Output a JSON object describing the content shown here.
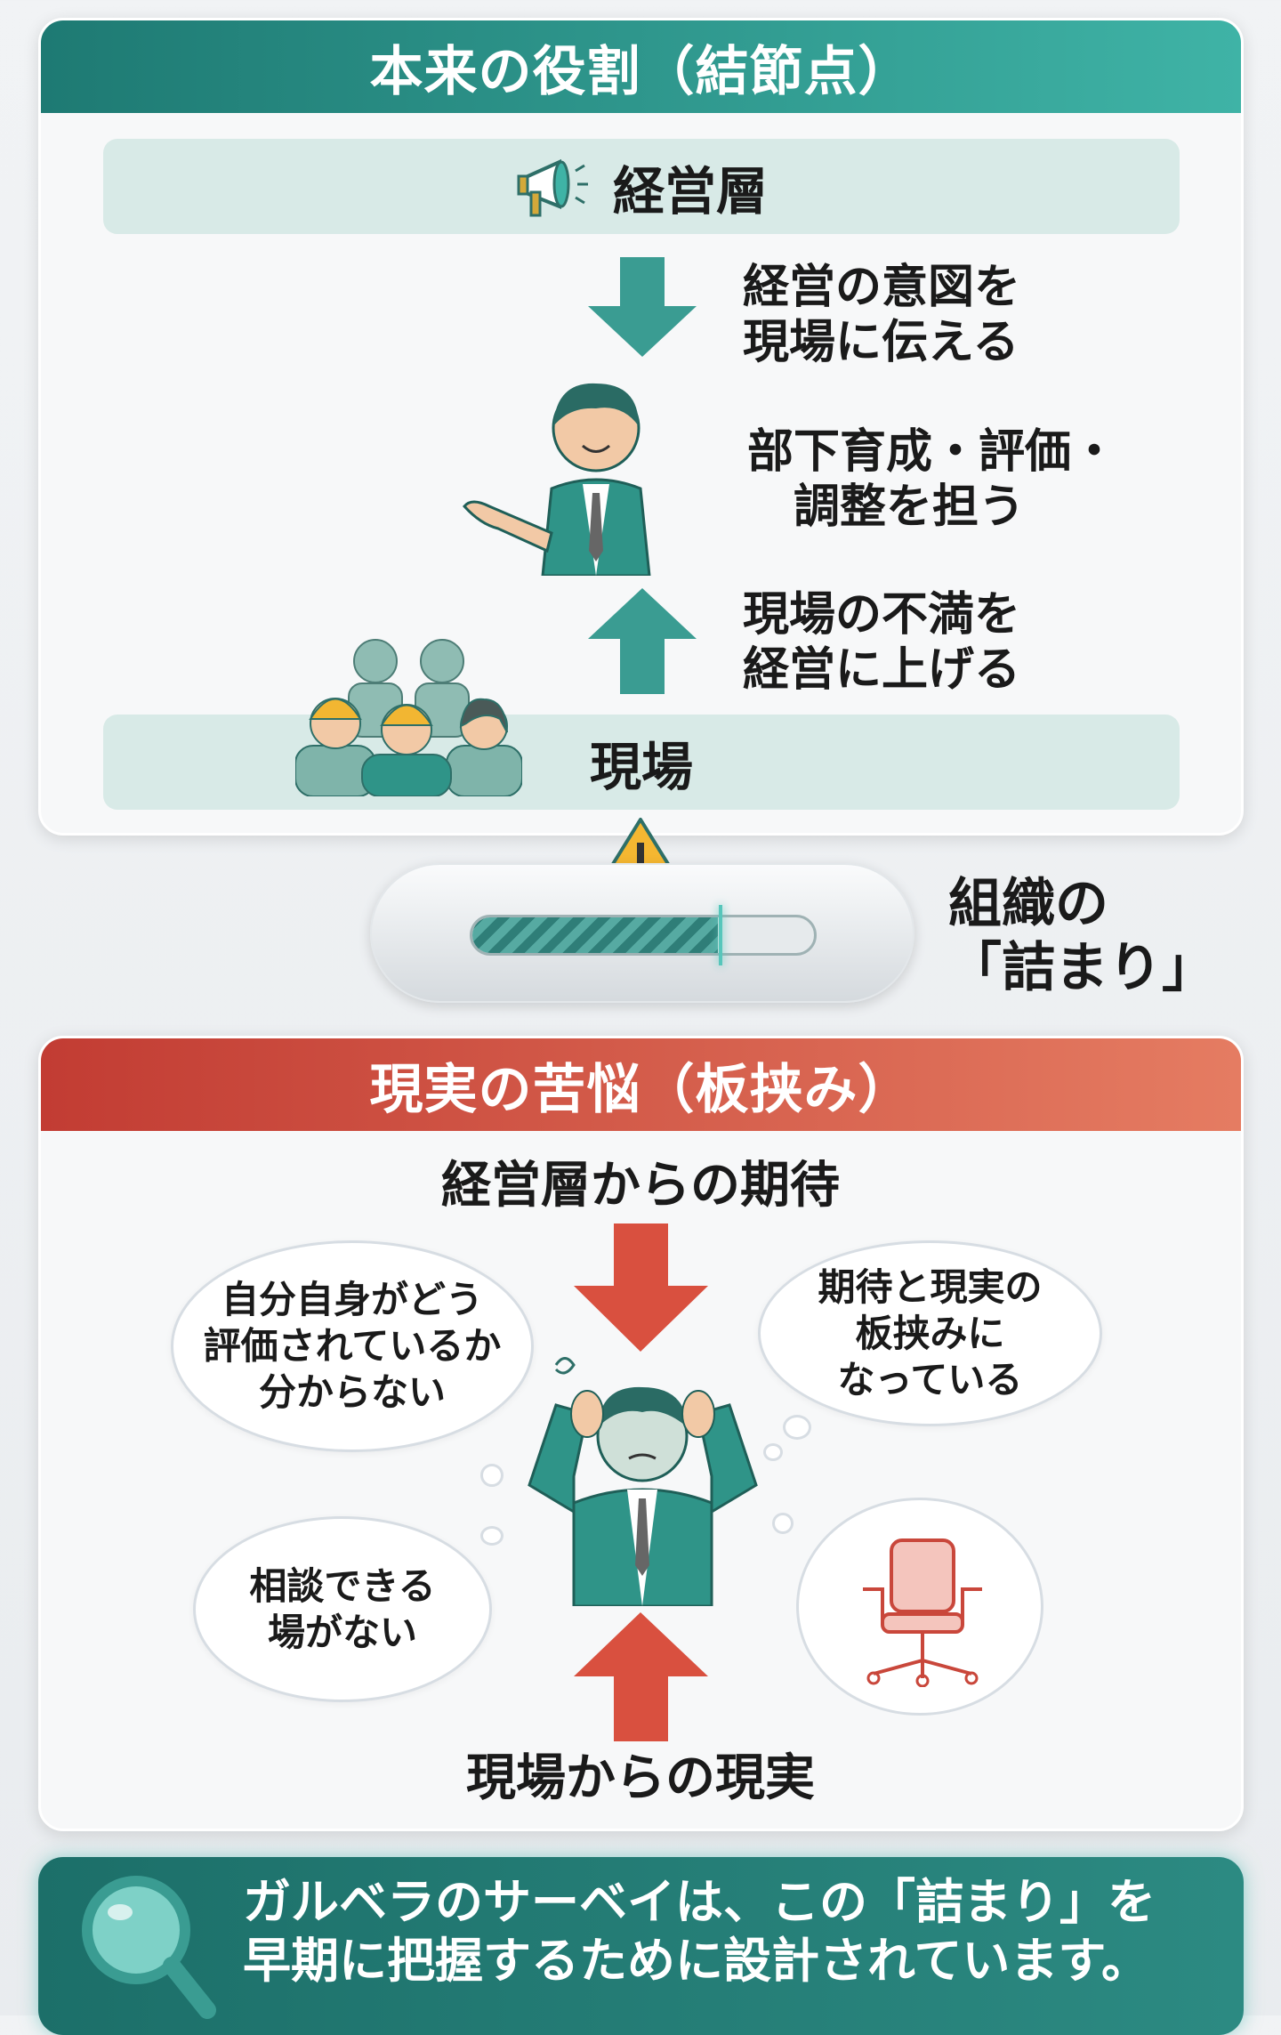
{
  "role_section": {
    "title": "本来の役割（結節点）",
    "top_layer": "経営層",
    "bottom_layer": "現場",
    "down_text": "経営の意図を\n現場に伝える",
    "middle_text": "部下育成・評価・\n　調整を担う",
    "up_text": "現場の不満を\n経営に上げる"
  },
  "bottleneck": {
    "label": "組織の\n「詰まり」"
  },
  "struggle_section": {
    "title": "現実の苦悩（板挟み）",
    "top_label": "経営層からの期待",
    "bottom_label": "現場からの現実",
    "bubbles": [
      "自分自身がどう\n評価されているか\n分からない",
      "期待と現実の\n板挟みに\nなっている",
      "相談できる\n場がない"
    ]
  },
  "footer": {
    "line1": "ガルベラのサーベイは、この「詰まり」を",
    "line2": "早期に把握するために設計されています。"
  },
  "colors": {
    "teal": "#1e7a73",
    "red": "#c23c33",
    "arrow_teal": "#3a9c92",
    "arrow_red": "#d9503f"
  }
}
